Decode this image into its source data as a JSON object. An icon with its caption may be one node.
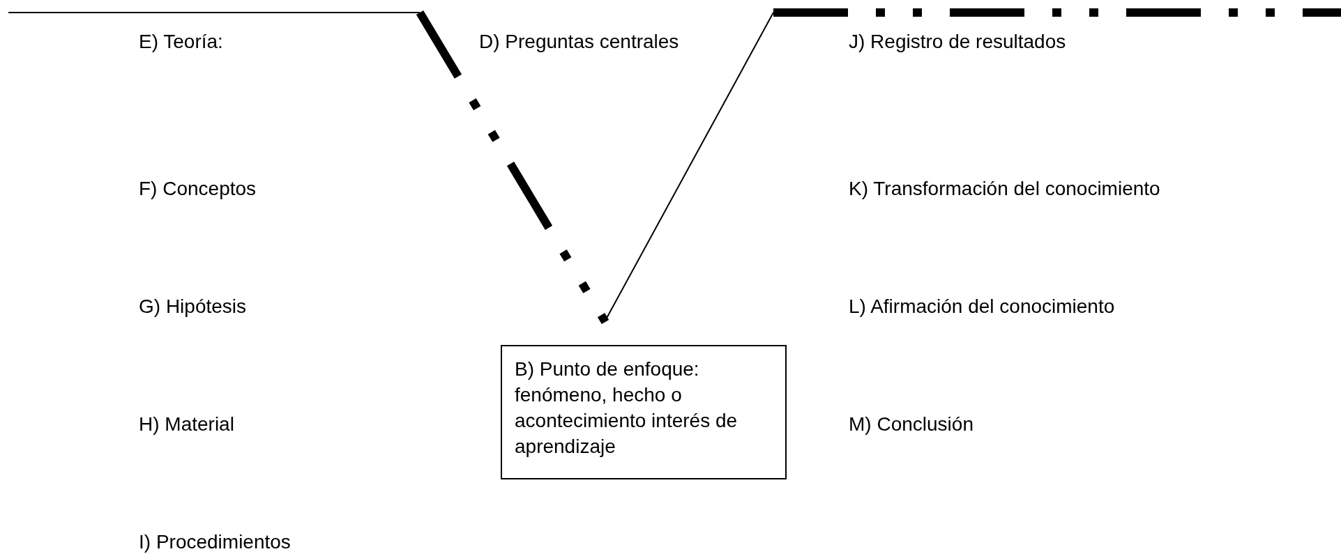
{
  "diagram": {
    "nodes": [
      {
        "text": [
          "B) Punto de enfoque: fenómeno, hecho o acontecimiento interés de aprendizaje"
        ]
      }
    ],
    "labels": [
      "E) Teoría:",
      "D) Preguntas centrales",
      "J) Registro de resultados",
      "F) Conceptos",
      "K) Transformación del conocimiento",
      "G) Hipótesis",
      "L) Afirmación del conocimiento",
      "H) Material",
      "M) Conclusión",
      "I) Procedimientos"
    ]
  }
}
